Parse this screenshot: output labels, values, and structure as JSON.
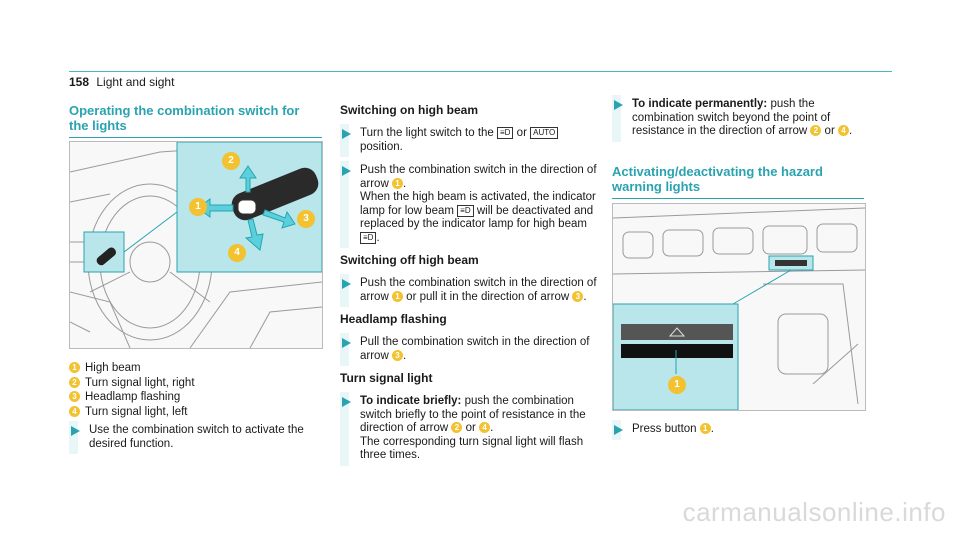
{
  "header": {
    "page_number": "158",
    "title": "Light and sight"
  },
  "col1": {
    "heading": "Operating the combination switch for the lights",
    "legend": [
      {
        "num": "1",
        "text": "High beam"
      },
      {
        "num": "2",
        "text": "Turn signal light, right"
      },
      {
        "num": "3",
        "text": "Headlamp flashing"
      },
      {
        "num": "4",
        "text": "Turn signal light, left"
      }
    ],
    "step": "Use the combination switch to activate the desired function."
  },
  "col2": {
    "sub1": "Switching on high beam",
    "step1_a": "Turn the light switch to the",
    "step1_sym1": "≡D",
    "step1_or": "or",
    "step1_sym2": "AUTO",
    "step1_b": "position.",
    "step2_a": "Push the combination switch in the direction of arrow",
    "step2_n": "1",
    "step2_b": "When the high beam is activated, the indicator lamp for low beam",
    "step2_sym": "≡D",
    "step2_c": "will be deactivated and replaced by the indicator lamp for high beam",
    "step2_sym2": "≡D",
    "sub2": "Switching off high beam",
    "step3_a": "Push the combination switch in the direction of arrow",
    "step3_n1": "1",
    "step3_b": "or pull it in the direction of arrow",
    "step3_n2": "3",
    "sub3": "Headlamp flashing",
    "step4_a": "Pull the combination switch in the direction of arrow",
    "step4_n": "3",
    "sub4": "Turn signal light",
    "step5_bold": "To indicate briefly:",
    "step5_a": "push the combination switch briefly to the point of resistance in the direction of arrow",
    "step5_n1": "2",
    "step5_or": "or",
    "step5_n2": "4",
    "step5_b": "The corresponding turn signal light will flash three times."
  },
  "col3": {
    "step1_bold": "To indicate permanently:",
    "step1_a": "push the combination switch beyond the point of resistance in the direction of arrow",
    "step1_n1": "2",
    "step1_or": "or",
    "step1_n2": "4",
    "heading": "Activating/deactivating the hazard warning lights",
    "step2_a": "Press button",
    "step2_n": "1"
  },
  "figure1": {
    "callouts": [
      "1",
      "2",
      "3",
      "4"
    ]
  },
  "figure2": {
    "callouts": [
      "1"
    ]
  },
  "watermark": "carmanualsonline.info",
  "colors": {
    "accent": "#2aa3b0",
    "callout": "#f2c230",
    "panel": "#b8e6ea"
  }
}
